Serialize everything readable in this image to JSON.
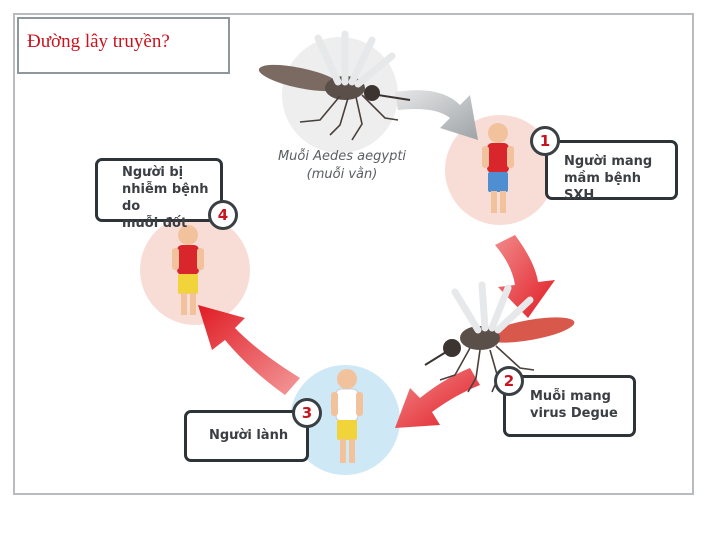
{
  "title": "Đường lây truyền?",
  "mosquito_caption": {
    "line1": "Muỗi Aedes aegypti",
    "line2": "(muỗi vằn)"
  },
  "steps": [
    {
      "number": "1",
      "label_line1": "Người mang",
      "label_line2": "mầm bệnh SXH"
    },
    {
      "number": "2",
      "label_line1": "Muỗi mang",
      "label_line2": "virus Degue"
    },
    {
      "number": "3",
      "label_line1": "Người lành",
      "label_line2": ""
    },
    {
      "number": "4",
      "label_line1": "Người bị",
      "label_line2": "nhiễm bệnh do",
      "label_line3": "muỗi đốt"
    }
  ],
  "colors": {
    "title_red": "#c8141e",
    "arrow_red": "#e8202a",
    "arrow_gray": "#a9adb1",
    "circle_pink": "#f7dcd6",
    "circle_blue": "#cfe8f5",
    "shirt_red": "#d9262c",
    "shorts_blue": "#4f8fd1",
    "shorts_yellow": "#f1d33a"
  }
}
